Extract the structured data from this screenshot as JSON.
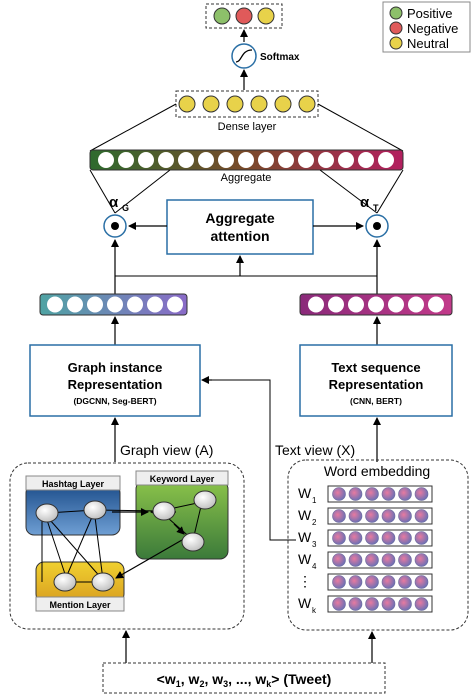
{
  "legend": {
    "items": [
      {
        "label": "Positive",
        "color": "#8dc06a"
      },
      {
        "label": "Negative",
        "color": "#e05a5a"
      },
      {
        "label": "Neutral",
        "color": "#e8d24a"
      }
    ]
  },
  "softmax": {
    "label": "Softmax"
  },
  "dense": {
    "label": "Dense layer"
  },
  "aggregate": {
    "label": "Aggregate"
  },
  "attention": {
    "line1": "Aggregate",
    "line2": "attention"
  },
  "alpha_g": {
    "symbol": "α",
    "sub": "G"
  },
  "alpha_t": {
    "symbol": "α",
    "sub": "T"
  },
  "graph_repr": {
    "line1": "Graph instance",
    "line2": "Representation",
    "line3": "(DGCNN, Seg-BERT)"
  },
  "text_repr": {
    "line1": "Text sequence",
    "line2": "Representation",
    "line3": "(CNN, BERT)"
  },
  "views": {
    "graph": "Graph view (A)",
    "text": "Text view (X)"
  },
  "graph_panel": {
    "hashtag": "Hashtag Layer",
    "keyword": "Keyword Layer",
    "mention": "Mention Layer"
  },
  "word_embedding": {
    "title": "Word embedding",
    "rows": [
      {
        "w": "W",
        "sub": "1"
      },
      {
        "w": "W",
        "sub": "2"
      },
      {
        "w": "W",
        "sub": "3"
      },
      {
        "w": "W",
        "sub": "4"
      },
      {
        "w": "⋮",
        "sub": ""
      },
      {
        "w": "W",
        "sub": "k"
      }
    ]
  },
  "tweet": {
    "text": "<w1, w2, w3, ..., wk> (Tweet)"
  },
  "colors": {
    "hashtag_top": "#1e4f8c",
    "hashtag_bottom": "#7aa6d6",
    "keyword_top": "#8bc34a",
    "keyword_bottom": "#3b7a3a",
    "mention_top": "#e6c21f",
    "mention_bottom": "#d9a72a",
    "aggregate_left": "#2e6b2e",
    "aggregate_mid": "#8a4a2a",
    "aggregate_right": "#b31f5f",
    "graph_vec_left": "#4fa3a3",
    "graph_vec_right": "#8a6bc8",
    "text_vec_left": "#9b2a74",
    "text_vec_right": "#c23a8a",
    "box_border": "#2a6fa5"
  }
}
